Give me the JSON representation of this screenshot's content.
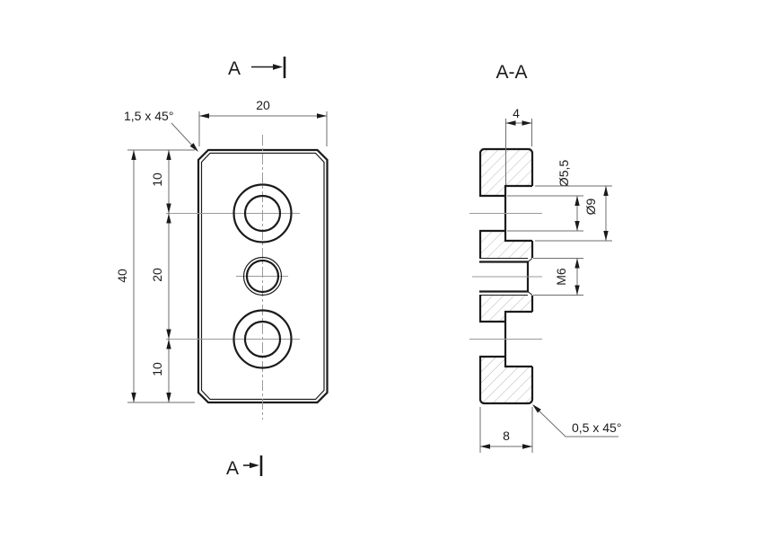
{
  "drawing": {
    "cut_marker_top": "A",
    "cut_marker_bottom": "A",
    "section_title": "A-A",
    "front_view": {
      "width": "20",
      "height": "40",
      "hole_spacing_top": "10",
      "hole_spacing_middle": "20",
      "hole_spacing_bottom": "10",
      "corner_chamfer": "1,5 x 45°"
    },
    "section_view": {
      "counterbore_depth": "4",
      "hole_diameter": "Ø5,5",
      "counterbore_diameter": "Ø9",
      "thread": "M6",
      "thickness": "8",
      "edge_chamfer": "0,5 x 45°"
    },
    "colors": {
      "line": "#1b1b1b",
      "dimension_line": "#6e6e6e",
      "hatch": "#b8b8b8",
      "background": "#ffffff"
    }
  }
}
